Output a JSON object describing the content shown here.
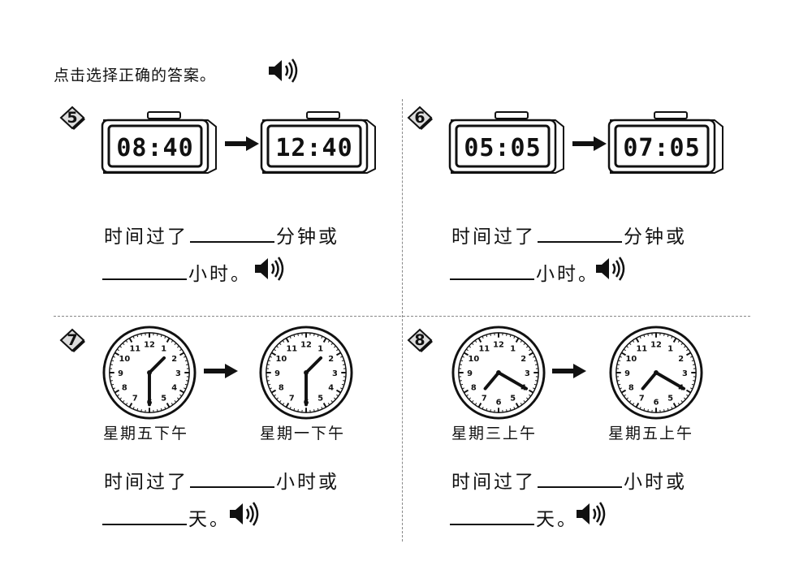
{
  "instruction": "点击选择正确的答案。",
  "icons": {
    "audio": "speaker-audio-icon",
    "arrow": "right-arrow-icon"
  },
  "questions": [
    {
      "number": "5",
      "type": "digital",
      "from_time": "08:40",
      "to_time": "12:40",
      "line1_prefix": "时间过了",
      "line1_suffix": "分钟或",
      "line2_suffix": "小时。"
    },
    {
      "number": "6",
      "type": "digital",
      "from_time": "05:05",
      "to_time": "07:05",
      "line1_prefix": "时间过了",
      "line1_suffix": "分钟或",
      "line2_suffix": "小时。"
    },
    {
      "number": "7",
      "type": "analog",
      "from_clock": {
        "hour": 1,
        "minute": 30
      },
      "to_clock": {
        "hour": 1,
        "minute": 30
      },
      "from_label": "星期五下午",
      "to_label": "星期一下午",
      "line1_prefix": "时间过了",
      "line1_suffix": "小时或",
      "line2_suffix": "天。"
    },
    {
      "number": "8",
      "type": "analog",
      "from_clock": {
        "hour": 7,
        "minute": 20
      },
      "to_clock": {
        "hour": 7,
        "minute": 20
      },
      "from_label": "星期三上午",
      "to_label": "星期五上午",
      "line1_prefix": "时间过了",
      "line1_suffix": "小时或",
      "line2_suffix": "天。"
    }
  ]
}
